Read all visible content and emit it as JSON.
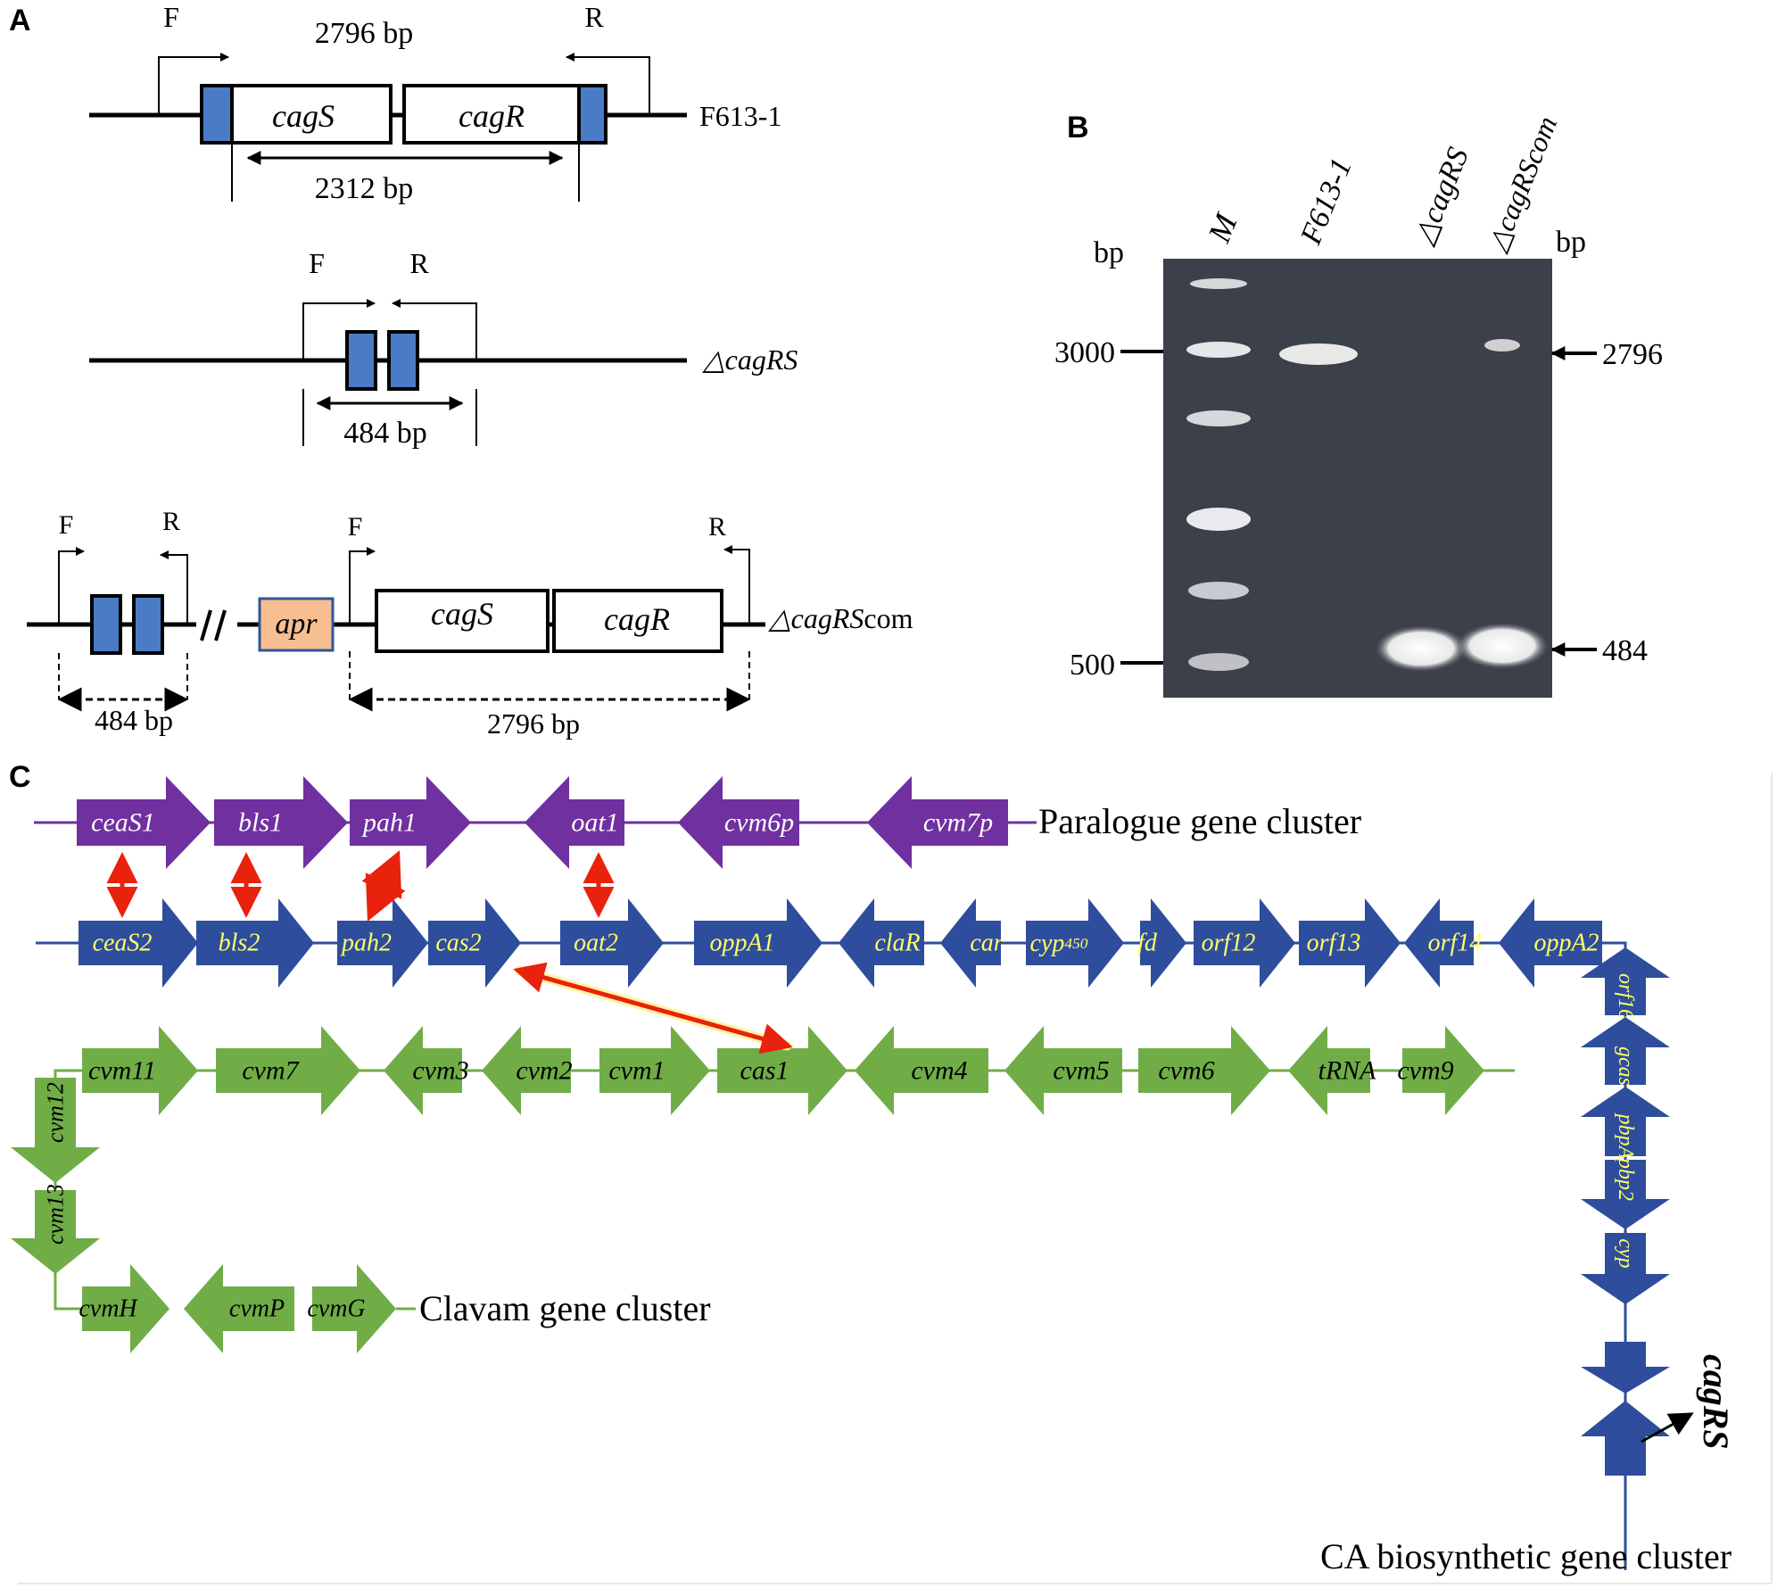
{
  "panels": {
    "A": "A",
    "B": "B",
    "C": "C"
  },
  "panel_a": {
    "construct1": {
      "primer_f": "F",
      "primer_r": "R",
      "amplicon_label": "2796 bp",
      "deleted_label": "2312 bp",
      "strain_label": "F613-1",
      "genes": [
        "cagS",
        "cagR"
      ]
    },
    "construct2": {
      "primer_f": "F",
      "primer_r": "R",
      "amplicon_label": "484 bp",
      "strain_label": "△cagRS"
    },
    "construct3": {
      "primer_f1": "F",
      "primer_r1": "R",
      "primer_f2": "F",
      "primer_r2": "R",
      "marker": "apr",
      "genes": [
        "cagS",
        "cagR"
      ],
      "left_amplicon_label": "484 bp",
      "right_amplicon_label": "2796 bp",
      "strain_label_italic": "△cagRS",
      "strain_label_suffix": "com"
    }
  },
  "panel_b": {
    "lane_labels": [
      "M",
      "F613-1",
      "△cagRS",
      "△cagRScom"
    ],
    "bp_label_left": "bp",
    "bp_label_right": "bp",
    "ladder_marks": [
      "3000",
      "500"
    ],
    "band_marks": [
      "2796",
      "484"
    ],
    "colors": {
      "gel": "#3c4049",
      "band": "#f2f2f2"
    }
  },
  "panel_c": {
    "paralogue_cluster": {
      "label": "Paralogue gene cluster",
      "color": "#7030a0",
      "text_color": "#ffffff",
      "genes": [
        "ceaS1",
        "bls1",
        "pah1",
        "oat1",
        "cvm6p",
        "cvm7p"
      ]
    },
    "ca_cluster": {
      "label": "CA biosynthetic gene cluster",
      "color": "#2e4d9c",
      "text_color": "#ffff66",
      "row_genes": [
        "ceaS2",
        "bls2",
        "pah2",
        "cas2",
        "oat2",
        "oppA1",
        "claR",
        "car",
        "cyp450",
        "fd",
        "orf12",
        "orf13",
        "orf14",
        "oppA2"
      ],
      "column_genes": [
        "orf16",
        "gcas",
        "pbpA",
        "pbp2",
        "cyp"
      ],
      "regulator_label": "cagRS"
    },
    "clavam_cluster": {
      "label": "Clavam gene cluster",
      "color": "#70ad47",
      "text_color": "#000000",
      "row_genes": [
        "cvm11",
        "cvm7",
        "cvm3",
        "cvm2",
        "cvm1",
        "cas1",
        "cvm4",
        "cvm5",
        "cvm6",
        "tRNA",
        "cvm9"
      ],
      "column_genes": [
        "cvm12",
        "cvm13"
      ],
      "bottom_genes": [
        "cvmH",
        "cvmP",
        "cvmG"
      ]
    },
    "link_color": "#e8220c"
  }
}
